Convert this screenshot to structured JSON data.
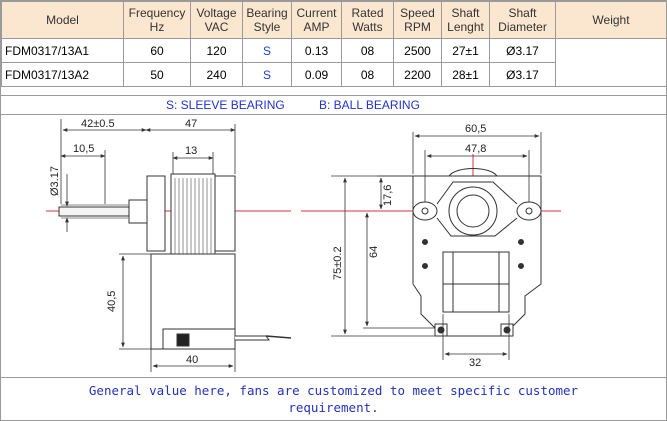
{
  "table": {
    "headers": {
      "model": "Model",
      "freq": [
        "Frequency",
        "Hz"
      ],
      "volt": [
        "Voltage",
        "VAC"
      ],
      "bearing": [
        "Bearing",
        "Style"
      ],
      "current": [
        "Current",
        "AMP"
      ],
      "rated": [
        "Rated",
        "Watts"
      ],
      "speed": [
        "Speed",
        "RPM"
      ],
      "shaft_len": [
        "Shaft",
        "Lenght"
      ],
      "shaft_dia": [
        "Shaft",
        "Diameter"
      ],
      "weight": "Weight"
    },
    "rows": [
      {
        "model": "FDM0317/13A1",
        "freq": "60",
        "volt": "120",
        "bearing": "S",
        "current": "0.13",
        "rated": "08",
        "speed": "2500",
        "shaft_len": "27±1",
        "shaft_dia": "Ø3.17",
        "weight": ""
      },
      {
        "model": "FDM0317/13A2",
        "freq": "50",
        "volt": "240",
        "bearing": "S",
        "current": "0.09",
        "rated": "08",
        "speed": "2200",
        "shaft_len": "28±1",
        "shaft_dia": "Ø3.17",
        "weight": ""
      }
    ]
  },
  "legend": {
    "sleeve": "S: SLEEVE BEARING",
    "ball": "B: BALL BEARING"
  },
  "dimensions": {
    "side_42": "42±0.5",
    "side_47": "47",
    "side_105": "10,5",
    "side_13": "13",
    "side_dia": "Ø3.17",
    "side_405": "40,5",
    "side_40": "40",
    "front_605": "60,5",
    "front_478": "47,8",
    "front_176": "17,6",
    "front_75": "75±0.2",
    "front_64": "64",
    "front_32": "32"
  },
  "note": {
    "line1": "General value here, fans are customized to meet specific customer",
    "line2": "requirement."
  }
}
